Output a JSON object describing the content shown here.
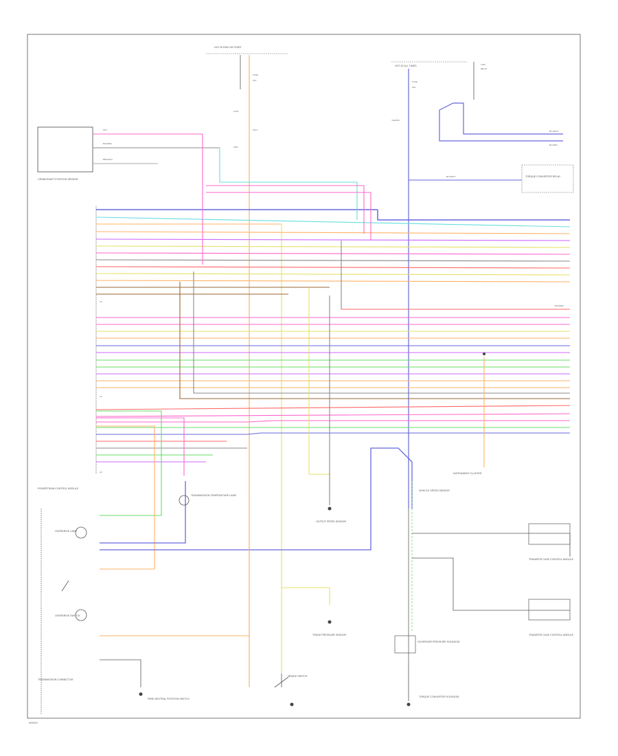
{
  "diagram": {
    "footer_id": "W0000",
    "colors": {
      "border": "#555555",
      "ground": "#444444",
      "wire_pink": "#ff66cc",
      "wire_orange": "#ffb266",
      "wire_blue": "#6666dd",
      "wire_green": "#66dd66",
      "wire_yellow": "#e6e066",
      "wire_cyan": "#66dddd",
      "wire_gray": "#888888",
      "wire_brown": "#996633",
      "wire_red": "#ff6666",
      "wire_violet": "#cc66ff"
    },
    "components": {
      "fuse_top_mid": "HOT IN RUN OR START",
      "fuse_top_right": "HOT AT ALL TIMES",
      "module_left_top": "CRANKSHAFT POSITION SENSOR",
      "relay_right": "TORQUE CONVERTER RELAY",
      "pcm": "POWERTRAIN CONTROL MODULE",
      "c1": "C1",
      "c2": "C2",
      "c3": "C3",
      "instrument_cluster": "INSTRUMENT CLUSTER",
      "speed_sensor": "VEHICLE SPEED SENSOR",
      "overdrive_lamp": "OVERDRIVE LAMP",
      "trans_temp_lamp": "TRANSMISSION TEMPERATURE LAMP",
      "speed_sensor_mid": "OUTPUT SPEED SENSOR",
      "pressure_sensor": "TRANS PRESSURE SENSOR",
      "governor": "GOVERNOR PRESSURE SOLENOID",
      "ctrl_module_r1": "TRANSFER CASE CONTROL MODULE",
      "ctrl_module_r2": "TRANSFER CASE CONTROL MODULE",
      "overdrive_switch": "OVERDRIVE SWITCH",
      "trans_connector": "TRANSMISSION CONNECTOR",
      "park_switch": "PARK NEUTRAL POSITION SWITCH",
      "brake_switch": "BRAKE SWITCH",
      "torque_converter": "TORQUE CONVERTER SOLENOID"
    }
  }
}
